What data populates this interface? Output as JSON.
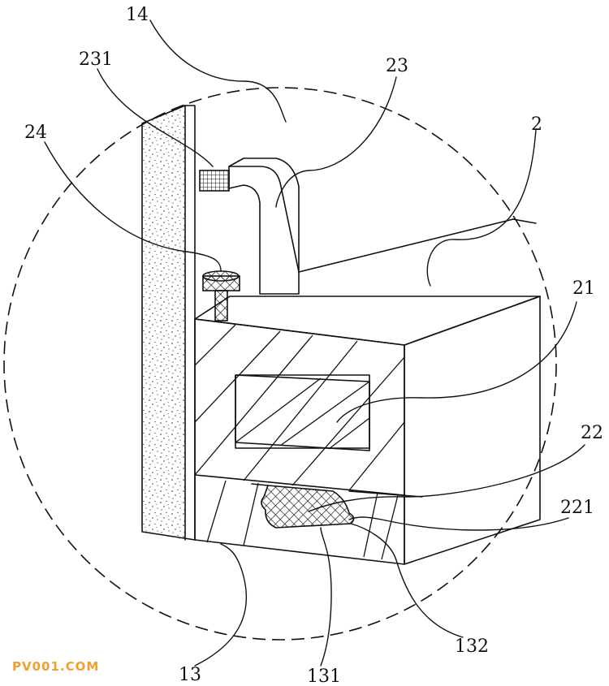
{
  "labels": {
    "l14": "14",
    "l231": "231",
    "l23": "23",
    "l24": "24",
    "l2": "2",
    "l21": "21",
    "l22": "22",
    "l221": "221",
    "l13": "13",
    "l131": "131",
    "l132": "132"
  },
  "watermark": "PV001.COM",
  "colors": {
    "line": "#111111",
    "watermark": "#f0a030",
    "background": "#ffffff"
  }
}
